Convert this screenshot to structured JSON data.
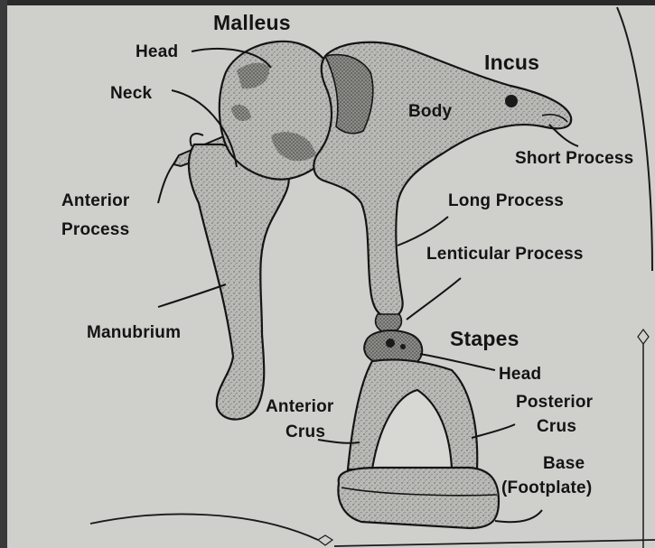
{
  "labels": {
    "malleus": "Malleus",
    "malleus_head": "Head",
    "neck": "Neck",
    "anterior_process_1": "Anterior",
    "anterior_process_2": "Process",
    "manubrium": "Manubrium",
    "incus": "Incus",
    "body": "Body",
    "short_process": "Short Process",
    "long_process": "Long Process",
    "lenticular_process": "Lenticular Process",
    "stapes": "Stapes",
    "stapes_head": "Head",
    "anterior_crus_1": "Anterior",
    "anterior_crus_2": "Crus",
    "posterior_crus_1": "Posterior",
    "posterior_crus_2": "Crus",
    "base_1": "Base",
    "base_2": "(Footplate)"
  },
  "colors": {
    "page": "#cfcfcc",
    "bone_fill": "#b5b5b1",
    "ink": "#141414"
  }
}
